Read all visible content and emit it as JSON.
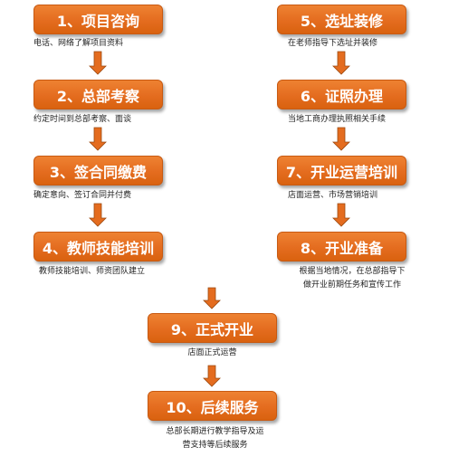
{
  "colors": {
    "step_fill": "#e46c1f",
    "step_text": "#ffffff",
    "arrow_fill": "#e46c1f",
    "arrow_stroke": "#9c4a10"
  },
  "steps": [
    {
      "title": "1、项目咨询",
      "desc": [
        "电话、网络了解项目资料"
      ]
    },
    {
      "title": "2、总部考察",
      "desc": [
        "约定时间到总部考察、面谈"
      ]
    },
    {
      "title": "3、签合同缴费",
      "desc": [
        "确定意向、签订合同并付费"
      ]
    },
    {
      "title": "4、教师技能培训",
      "desc": [
        "教师技能培训、师资团队建立"
      ]
    },
    {
      "title": "5、选址装修",
      "desc": [
        "在老师指导下选址并装修"
      ]
    },
    {
      "title": "6、证照办理",
      "desc": [
        "当地工商办理执照相关手续"
      ]
    },
    {
      "title": "7、开业运营培训",
      "desc": [
        "店面运营、市场营销培训"
      ]
    },
    {
      "title": "8、开业准备",
      "desc": [
        "根据当地情况，在总部指导下",
        "做开业前期任务和宣传工作"
      ]
    },
    {
      "title": "9、正式开业",
      "desc": [
        "店面正式运营"
      ]
    },
    {
      "title": "10、后续服务",
      "desc": [
        "总部长期进行教学指导及运",
        "营支持等后续服务"
      ]
    }
  ]
}
